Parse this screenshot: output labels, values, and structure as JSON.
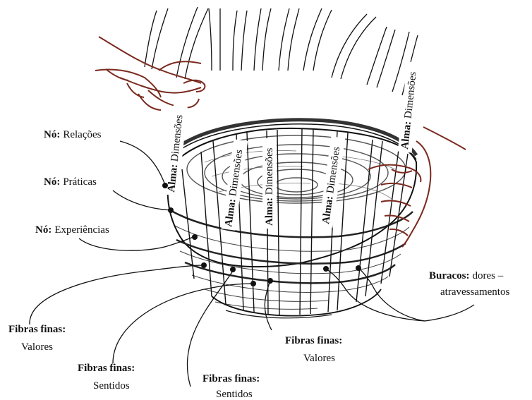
{
  "diagram": {
    "alma_labels": [
      {
        "term": "Alma:",
        "desc": "Dimensões"
      },
      {
        "term": "Alma:",
        "desc": "Dimensões"
      },
      {
        "term": "Alma:",
        "desc": "Dimensões"
      },
      {
        "term": "Alma:",
        "desc": "Dimensões"
      },
      {
        "term": "Alma:",
        "desc": "Dimensões"
      }
    ],
    "no_labels": [
      {
        "term": "Nó:",
        "desc": "Relações"
      },
      {
        "term": "Nó:",
        "desc": "Práticas"
      },
      {
        "term": "Nó:",
        "desc": "Experiências"
      }
    ],
    "fibras_labels": [
      {
        "term": "Fibras finas:",
        "desc": "Valores"
      },
      {
        "term": "Fibras finas:",
        "desc": "Sentidos"
      },
      {
        "term": "Fibras finas:",
        "desc": "Sentidos"
      },
      {
        "term": "Fibras finas:",
        "desc": "Valores"
      }
    ],
    "buracos_label": {
      "term": "Buracos:",
      "desc": "dores –",
      "desc2": "atravessamentos"
    },
    "colors": {
      "ink": "#111111",
      "hand": "#7a2a1f",
      "shade": "#555555"
    },
    "icons": [
      "basket-illustration",
      "left-hand-icon",
      "right-hand-icon"
    ]
  }
}
